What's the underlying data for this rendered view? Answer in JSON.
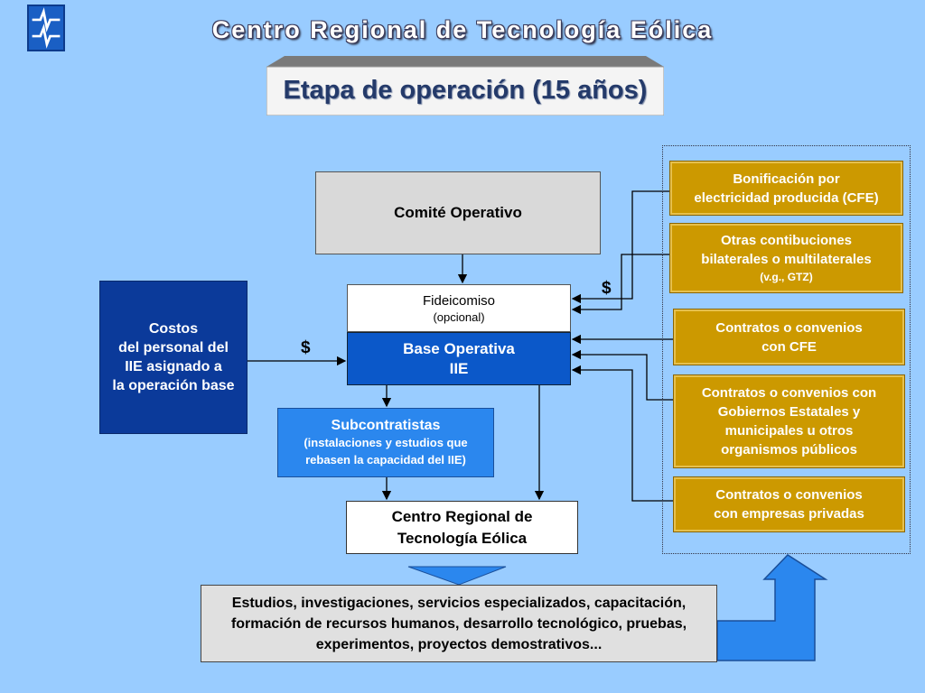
{
  "header": {
    "title": "Centro Regional de Tecnología Eólica",
    "subtitle": "Etapa de operación (15 años)"
  },
  "nodes": {
    "comite": "Comité Operativo",
    "fideicomiso": {
      "line1": "Fideicomiso",
      "line2": "(opcional)"
    },
    "base": {
      "line1": "Base Operativa",
      "line2": "IIE"
    },
    "costos": {
      "line1": "Costos",
      "line2": "del personal del",
      "line3": "IIE asignado a",
      "line4": "la operación base"
    },
    "subcontratistas": {
      "line1": "Subcontratistas",
      "line2": "(instalaciones y estudios que",
      "line3": "rebasen la capacidad del IIE)"
    },
    "centro": {
      "line1": "Centro Regional de",
      "line2": "Tecnología Eólica"
    },
    "estudios": {
      "line1": "Estudios, investigaciones, servicios especializados, capacitación,",
      "line2": "formación de recursos humanos, desarrollo tecnológico, pruebas,",
      "line3": "experimentos, proyectos demostrativos..."
    }
  },
  "funding_sources": [
    {
      "line1": "Bonificación por",
      "line2": "electricidad producida (CFE)"
    },
    {
      "line1": "Otras contibuciones",
      "line2": "bilaterales o multilaterales",
      "line3": "(v.g., GTZ)"
    },
    {
      "line1": "Contratos o convenios",
      "line2": "con CFE"
    },
    {
      "line1": "Contratos o convenios con",
      "line2": "Gobiernos Estatales y",
      "line3": "municipales u otros",
      "line4": "organismos públicos"
    },
    {
      "line1": "Contratos o convenios",
      "line2": "con empresas privadas"
    }
  ],
  "labels": {
    "dollar_right": "$",
    "dollar_left": "$"
  },
  "colors": {
    "background": "#99ccff",
    "gold": "#cc9900",
    "dark_blue": "#0b3a9a",
    "base_blue": "#0b58c9",
    "light_blue": "#2b87ee"
  },
  "icons": {
    "logo": "wind-wave-logo-icon"
  }
}
